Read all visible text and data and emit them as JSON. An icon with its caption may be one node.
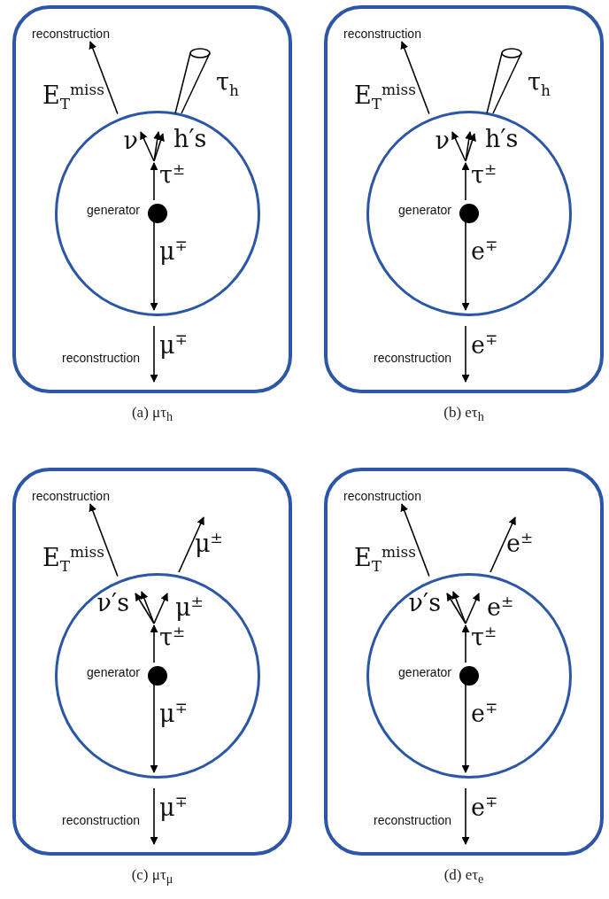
{
  "diagram": {
    "nodes": [
      {
        "text": [],
        "shape": "box"
      },
      {
        "text": [],
        "shape": "circle",
        "in": 0
      },
      {
        "text": [],
        "shape": "circle",
        "in": 1,
        "beside": [
          "generator"
        ]
      },
      {
        "text": [
          "reconstruction"
        ],
        "in": 0
      },
      {
        "text": [],
        "shape": "cone",
        "in": 0,
        "beside": [
          "τ$_{h}$"
        ]
      },
      {
        "text": [],
        "shape": "box"
      },
      {
        "text": [],
        "shape": "circle",
        "in": 5
      },
      {
        "text": [],
        "shape": "circle",
        "in": 6,
        "beside": [
          "generator"
        ]
      },
      {
        "text": [
          "reconstruction"
        ],
        "in": 5
      },
      {
        "text": [],
        "shape": "cone",
        "in": 5,
        "beside": [
          "τ$_{h}$"
        ]
      },
      {
        "text": [],
        "shape": "box"
      },
      {
        "text": [],
        "shape": "circle",
        "in": 10
      },
      {
        "text": [],
        "shape": "circle",
        "in": 11,
        "beside": [
          "generator"
        ]
      },
      {
        "text": [
          "reconstruction"
        ],
        "in": 10
      },
      {
        "text": [],
        "shape": "box"
      },
      {
        "text": [],
        "shape": "circle",
        "in": 14
      },
      {
        "text": [],
        "shape": "circle",
        "in": 15,
        "beside": [
          "generator"
        ]
      },
      {
        "text": [
          "reconstruction"
        ],
        "in": 14
      }
    ],
    "edges": [
      {
        "from": 2,
        "to": null,
        "arrow": "to",
        "label": "τ$^{±}$"
      },
      {
        "from": 2,
        "to": null,
        "arrow": "to",
        "label": "μ$^{∓}$"
      },
      {
        "from": 1,
        "to": 3,
        "arrow": "to",
        "label": "E$_{T}$$^{miss}$"
      },
      {
        "from": 7,
        "to": null,
        "arrow": "to",
        "label": "τ$^{±}$"
      },
      {
        "from": 7,
        "to": null,
        "arrow": "to",
        "label": "e$^{∓}$"
      },
      {
        "from": 6,
        "to": 8,
        "arrow": "to",
        "label": "E$_{T}$$^{miss}$"
      },
      {
        "from": 12,
        "to": null,
        "arrow": "to",
        "label": "τ$^{±}$"
      },
      {
        "from": 12,
        "to": null,
        "arrow": "to",
        "label": "μ$^{∓}$"
      },
      {
        "from": 11,
        "to": 13,
        "arrow": "to",
        "label": "E$_{T}$$^{miss}$"
      },
      {
        "from": 11,
        "to": null,
        "arrow": "to",
        "label": "μ$^{±}$"
      },
      {
        "from": 16,
        "to": null,
        "arrow": "to",
        "label": "τ$^{±}$"
      },
      {
        "from": 16,
        "to": null,
        "arrow": "to",
        "label": "e$^{∓}$"
      },
      {
        "from": 15,
        "to": 17,
        "arrow": "to",
        "label": "E$_{T}$$^{miss}$"
      },
      {
        "from": 15,
        "to": null,
        "arrow": "to",
        "label": "e$^{±}$"
      }
    ],
    "labels": [
      "ν",
      "h′s",
      "reconstruction",
      "μ$^{∓}$",
      "(a) μτ$_{h}$",
      "ν",
      "h′s",
      "reconstruction",
      "e$^{∓}$",
      "(b) eτ$_{h}$",
      "ν′s",
      "μ$^{±}$",
      "reconstruction",
      "μ$^{∓}$",
      "(c) μτ$_{μ}$",
      "ν′s",
      "e$^{±}$",
      "reconstruction",
      "e$^{∓}$",
      "(d) eτ$_{e}$"
    ]
  }
}
